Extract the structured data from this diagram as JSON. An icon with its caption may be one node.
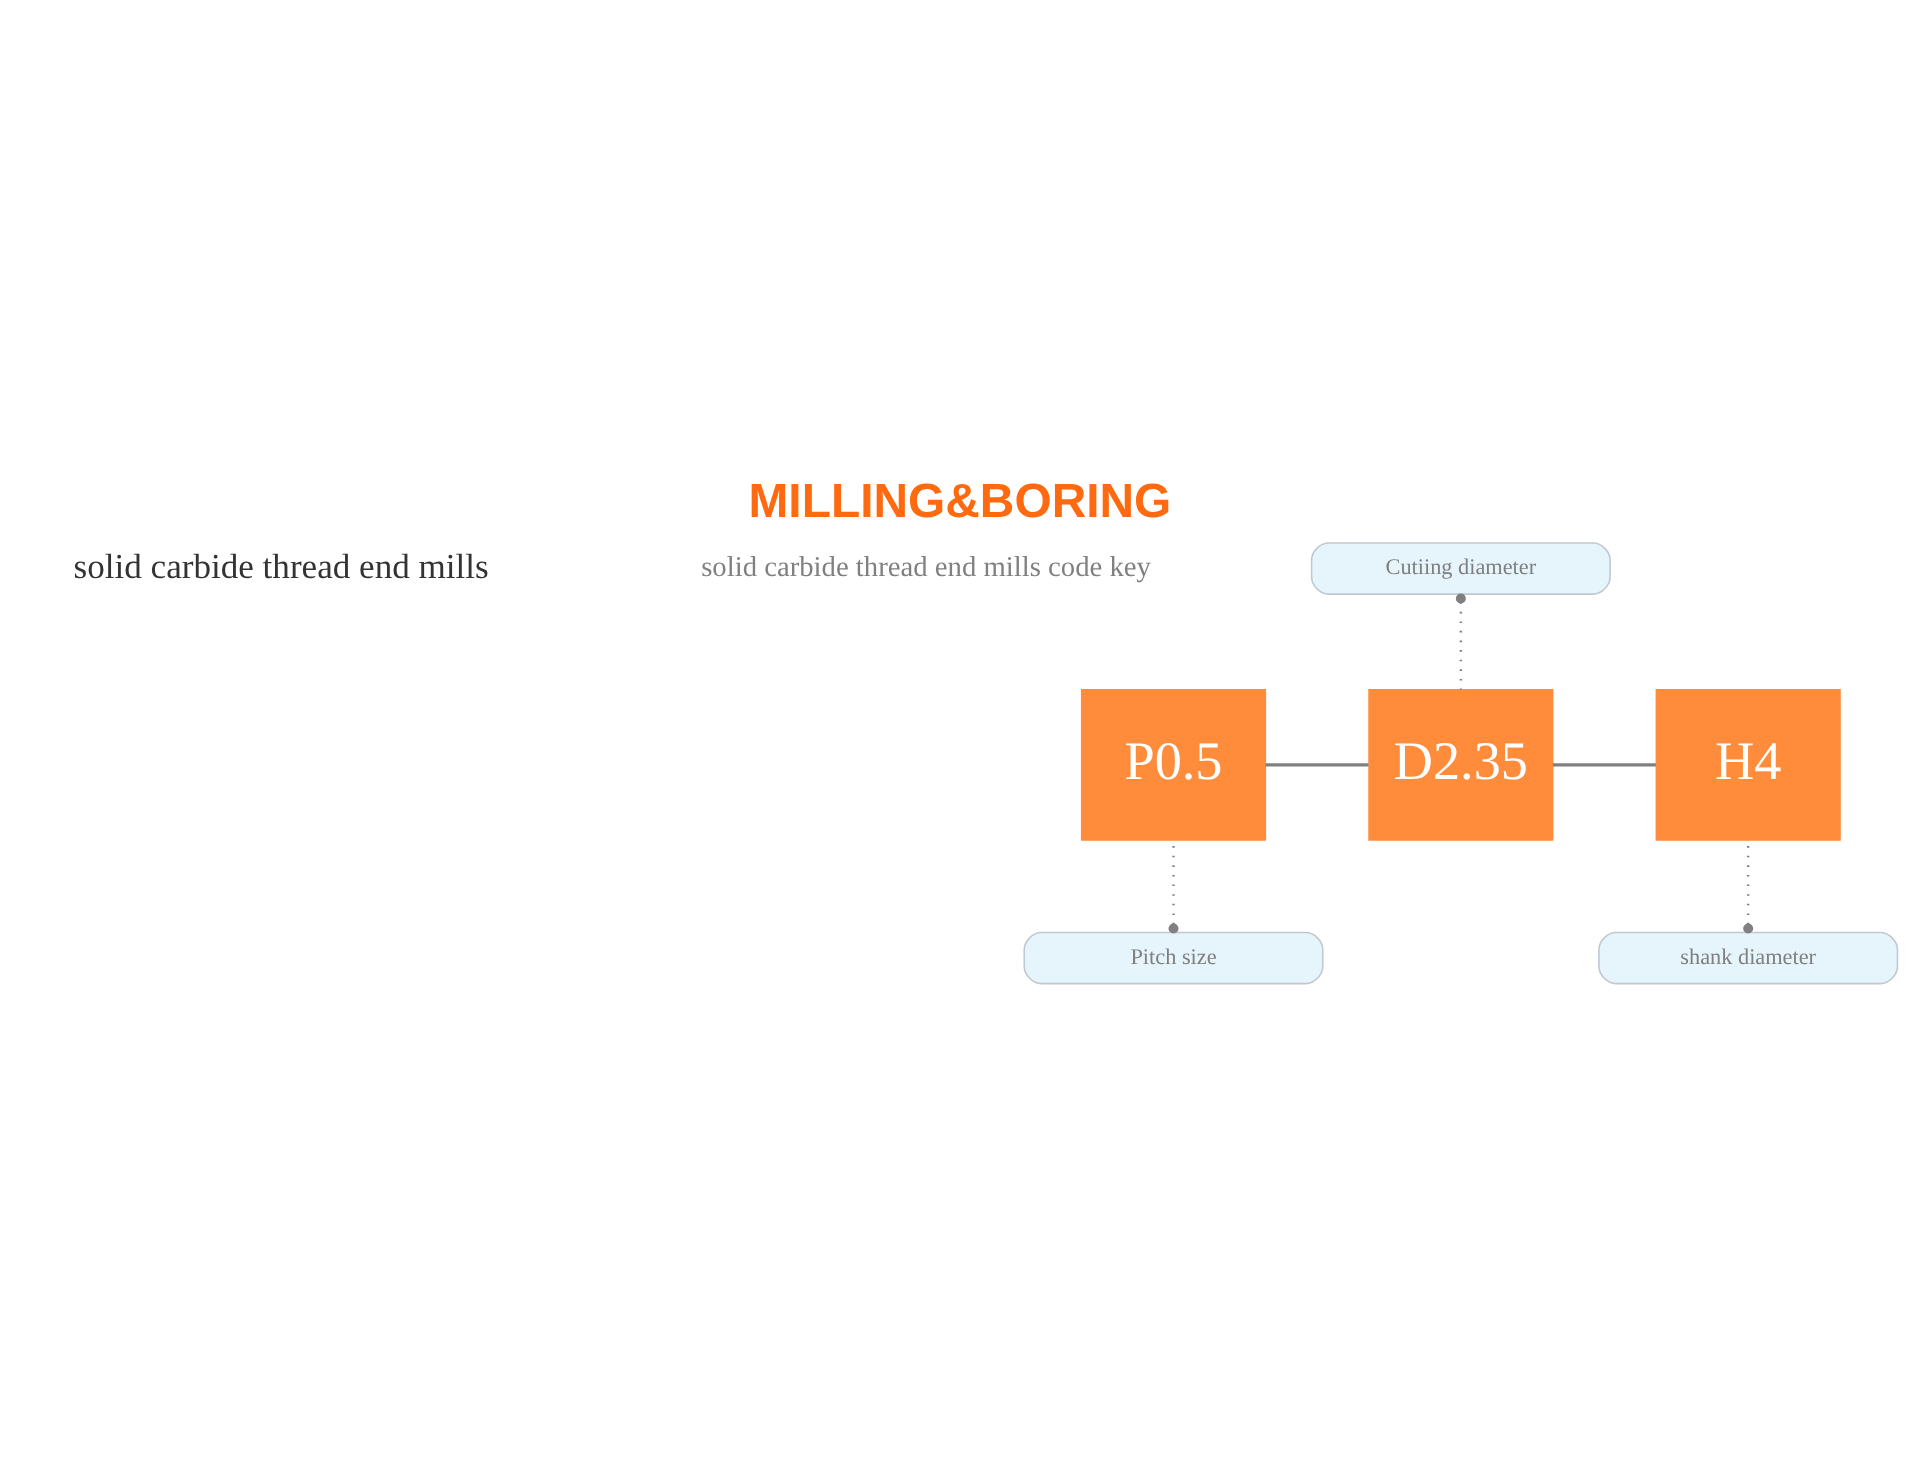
{
  "diagram": {
    "title": "MILLING&BORING",
    "nodes": [
      {
        "text": [
          "Cutiing diameter"
        ]
      },
      {
        "text": [
          "P0.5"
        ]
      },
      {
        "text": [
          "D2.35"
        ]
      },
      {
        "text": [
          "H4"
        ]
      },
      {
        "text": [
          "Pitch size"
        ]
      },
      {
        "text": [
          "shank diameter"
        ]
      }
    ],
    "edges": [
      {
        "from": 0,
        "to": 2,
        "arrow": "other",
        "style": "dashed"
      },
      {
        "from": 1,
        "to": 2,
        "arrow": "none"
      },
      {
        "from": 2,
        "to": 3,
        "arrow": "none"
      },
      {
        "from": 4,
        "to": 1,
        "arrow": "other",
        "style": "dashed"
      },
      {
        "from": 5,
        "to": 3,
        "arrow": "other",
        "style": "dashed"
      }
    ],
    "labels": [
      "solid carbide thread end mills",
      "solid carbide thread end mills code key"
    ]
  }
}
